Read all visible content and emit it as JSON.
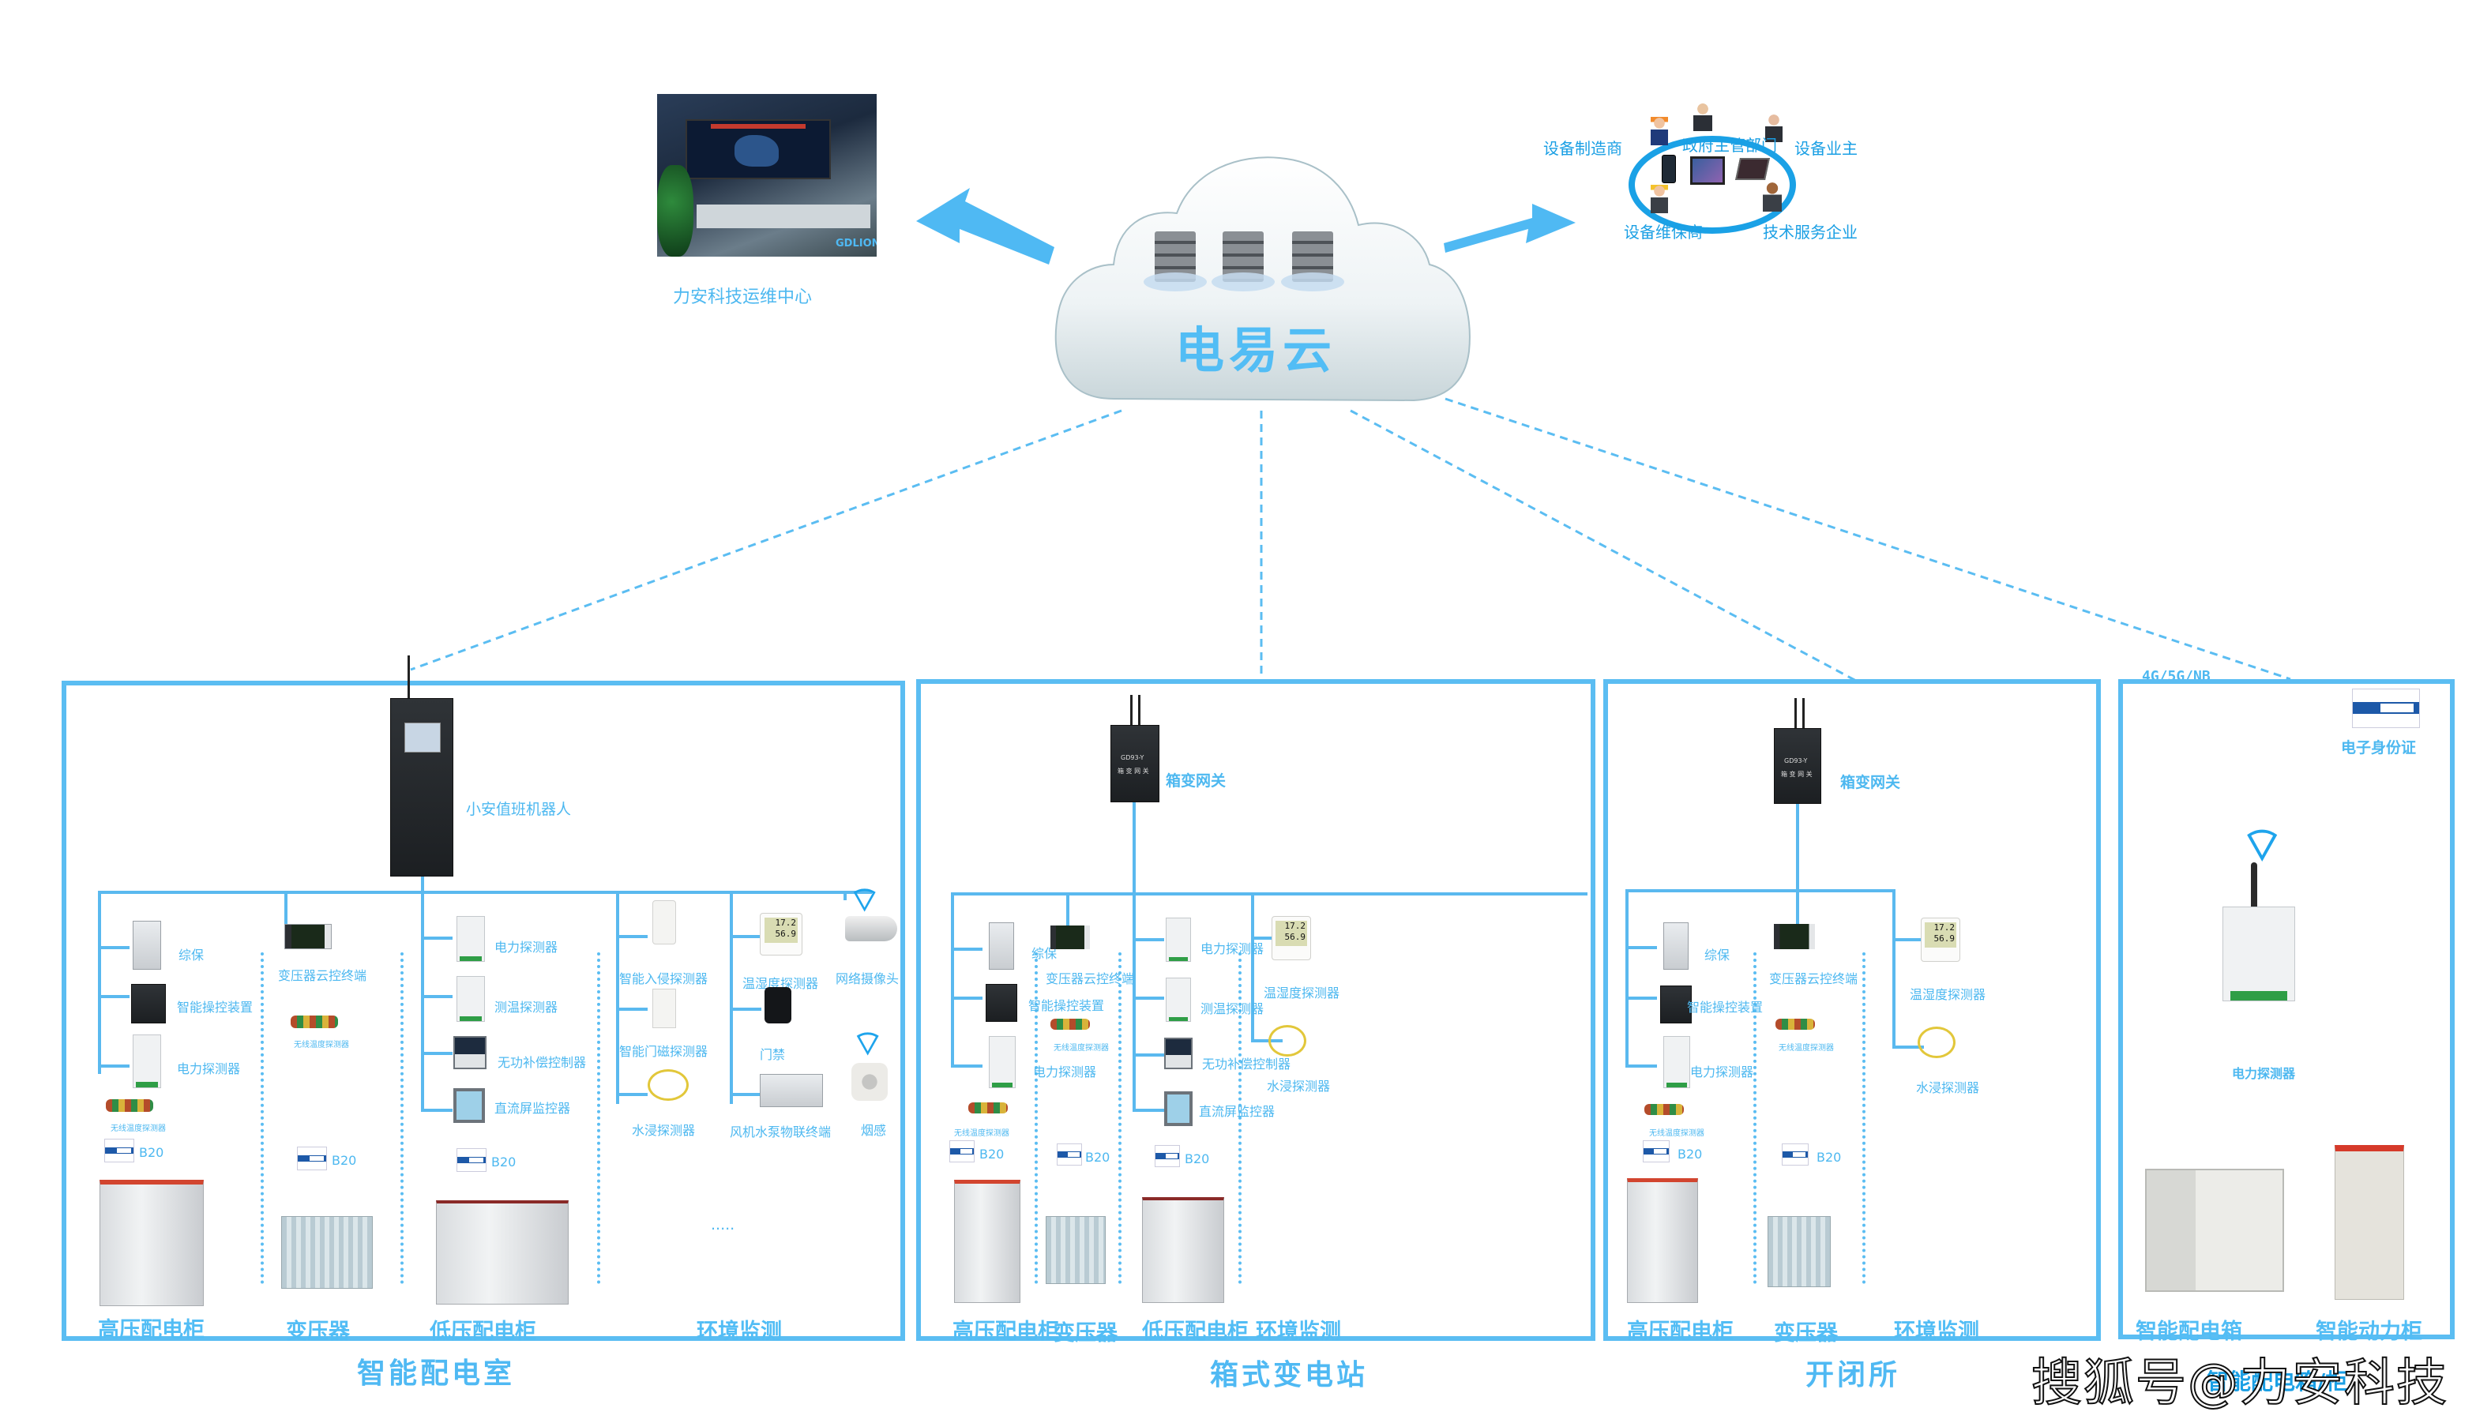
{
  "cloud": {
    "title": "电易云",
    "icon": "cloud-server-icon"
  },
  "ops_center": {
    "label": "力安科技运维中心",
    "image_overlay_text": "GDLION"
  },
  "stakeholders": {
    "center": "政府主管部门",
    "items": [
      "设备制造商",
      "设备业主",
      "设备维保商",
      "技术服务企业"
    ],
    "devices": [
      "mobile-phone-icon",
      "tablet-icon",
      "laptop-icon"
    ]
  },
  "network_label": "4G/5G/NB",
  "panels": [
    {
      "title": "智能配电室",
      "hub": "小安值班机器人",
      "columns": [
        {
          "name": "高压配电柜",
          "devices": [
            "综保",
            "智能操控装置",
            "电力探测器",
            "无线温度探测器",
            "B20"
          ]
        },
        {
          "name": "变压器",
          "devices": [
            "变压器云控终端",
            "无线温度探测器",
            "B20"
          ]
        },
        {
          "name": "低压配电柜",
          "devices": [
            "电力探测器",
            "测温探测器",
            "无功补偿控制器",
            "直流屏监控器",
            "B20"
          ]
        },
        {
          "name": "环境监测",
          "devices": [
            "智能入侵探测器",
            "智能门磁探测器",
            "水浸探测器",
            "温湿度探测器",
            "门禁",
            "风机水泵物联终端",
            "网络摄像头",
            "烟感"
          ],
          "ellipsis": "....."
        }
      ]
    },
    {
      "title": "箱式变电站",
      "hub": "箱变网关",
      "hub_model": "GD93-Y",
      "hub_device_text": "箱 变 网 关",
      "columns": [
        {
          "name": "高压配电柜",
          "devices": [
            "综保",
            "智能操控装置",
            "电力探测器",
            "无线温度探测器",
            "B20"
          ]
        },
        {
          "name": "变压器",
          "devices": [
            "变压器云控终端",
            "无线温度探测器",
            "B20"
          ]
        },
        {
          "name": "低压配电柜",
          "devices": [
            "电力探测器",
            "测温探测器",
            "无功补偿控制器",
            "直流屏监控器",
            "B20"
          ]
        },
        {
          "name": "环境监测",
          "devices": [
            "温湿度探测器",
            "水浸探测器"
          ]
        }
      ]
    },
    {
      "title": "开闭所",
      "hub": "箱变网关",
      "hub_model": "GD93-Y",
      "hub_device_text": "箱 变 网 关",
      "columns": [
        {
          "name": "高压配电柜",
          "devices": [
            "综保",
            "智能操控装置",
            "电力探测器",
            "无线温度探测器",
            "B20"
          ]
        },
        {
          "name": "变压器",
          "devices": [
            "变压器云控终端",
            "无线温度探测器",
            "B20"
          ]
        },
        {
          "name": "环境监测",
          "devices": [
            "温湿度探测器",
            "水浸探测器"
          ]
        }
      ]
    },
    {
      "title": "智能配电箱/柜",
      "id_card": "电子身份证",
      "sensor": "电力探测器",
      "columns": [
        {
          "name": "智能配电箱"
        },
        {
          "name": "智能动力柜"
        }
      ]
    }
  ],
  "th_display": {
    "temp": "17.2",
    "temp_unit": "°C",
    "hum": "56.9",
    "hum_unit": "%"
  },
  "watermark": "搜狐号@力安科技"
}
